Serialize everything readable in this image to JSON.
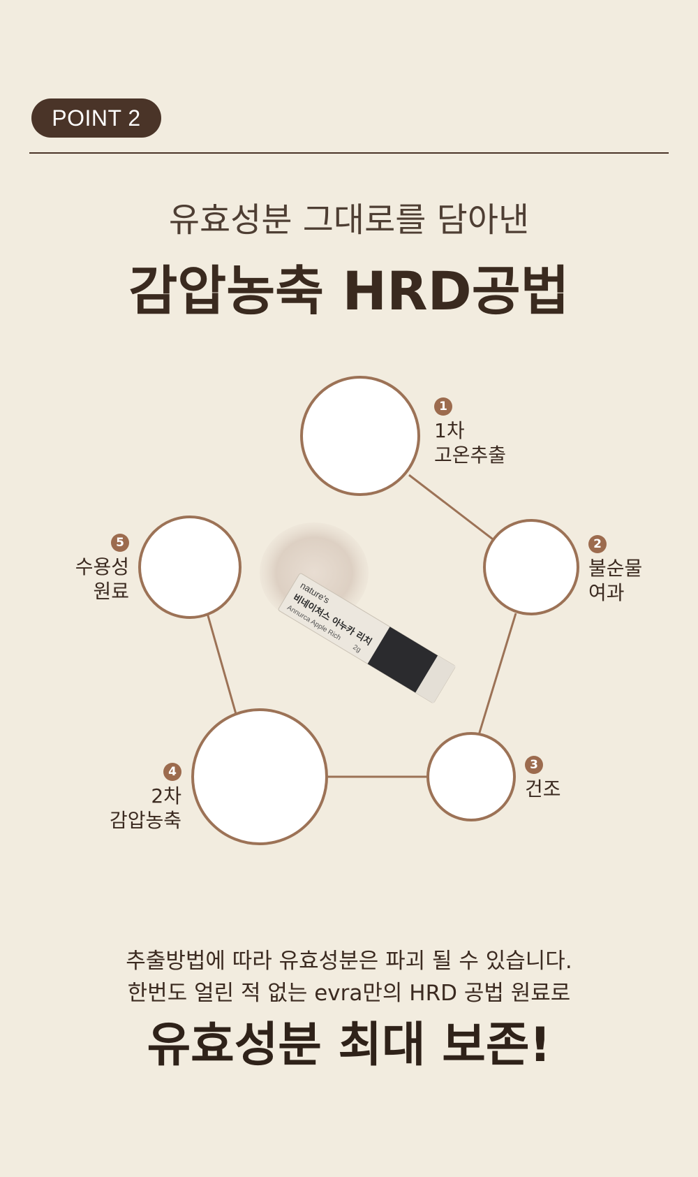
{
  "badge": "POINT 2",
  "headline": {
    "subtitle": "유효성분 그대로를 담아낸",
    "title": "감압농축 HRD공법"
  },
  "product": {
    "brand": "nature's",
    "name_ko": "비네이처스 아누카 리치",
    "name_en": "Annurca Apple Rich",
    "weight": "2g"
  },
  "steps": [
    {
      "num": "1",
      "line1": "1차",
      "line2": "고온추출"
    },
    {
      "num": "2",
      "line1": "불순물",
      "line2": "여과"
    },
    {
      "num": "3",
      "line1": "건조",
      "line2": ""
    },
    {
      "num": "4",
      "line1": "2차",
      "line2": "감압농축"
    },
    {
      "num": "5",
      "line1": "수용성",
      "line2": "원료"
    }
  ],
  "body": {
    "line1": "추출방법에 따라 유효성분은 파괴 될 수 있습니다.",
    "line2": "한번도 얼린 적 없는 evra만의 HRD 공법 원료로",
    "closing": "유효성분 최대 보존!"
  },
  "colors": {
    "background": "#f2ecdf",
    "brown_dark": "#4a3428",
    "brown_accent": "#9c6b4e",
    "circle_fill": "#ffffff"
  }
}
